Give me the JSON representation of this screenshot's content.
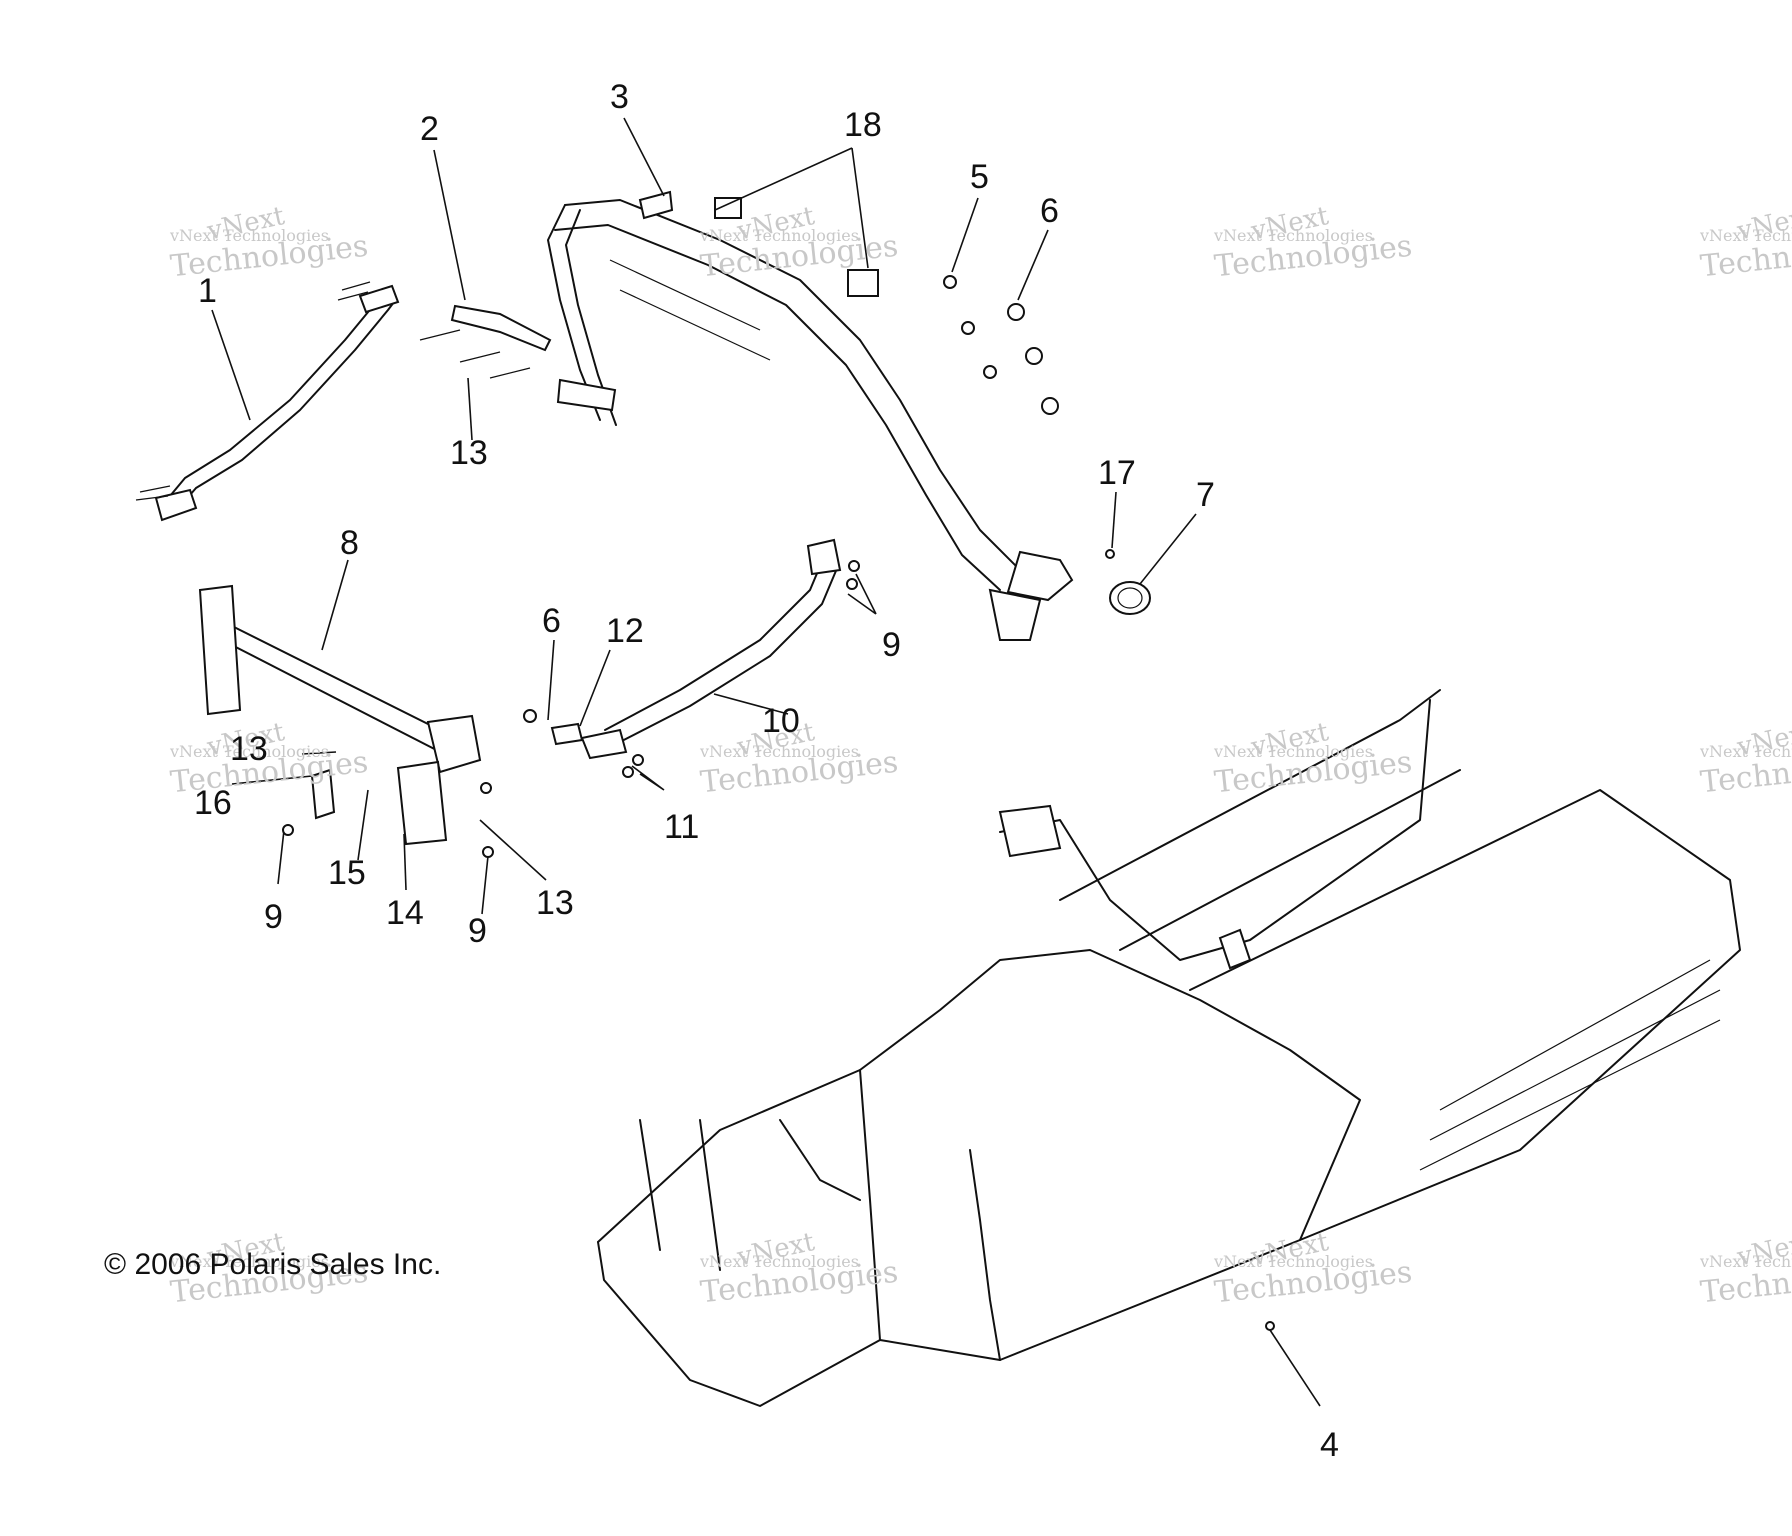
{
  "callouts": {
    "c1": "1",
    "c2": "2",
    "c3": "3",
    "c4": "4",
    "c5": "5",
    "c6a": "6",
    "c6b": "6",
    "c7": "7",
    "c8": "8",
    "c9a": "9",
    "c9b": "9",
    "c9c": "9",
    "c10": "10",
    "c11": "11",
    "c12": "12",
    "c13a": "13",
    "c13b": "13",
    "c13c": "13",
    "c14": "14",
    "c15": "15",
    "c16": "16",
    "c17": "17",
    "c18": "18"
  },
  "copyright": "© 2006 Polaris Sales Inc.",
  "watermark": {
    "line1": "vNext",
    "line2": "vNext Technologies",
    "line3": "Technologies"
  }
}
